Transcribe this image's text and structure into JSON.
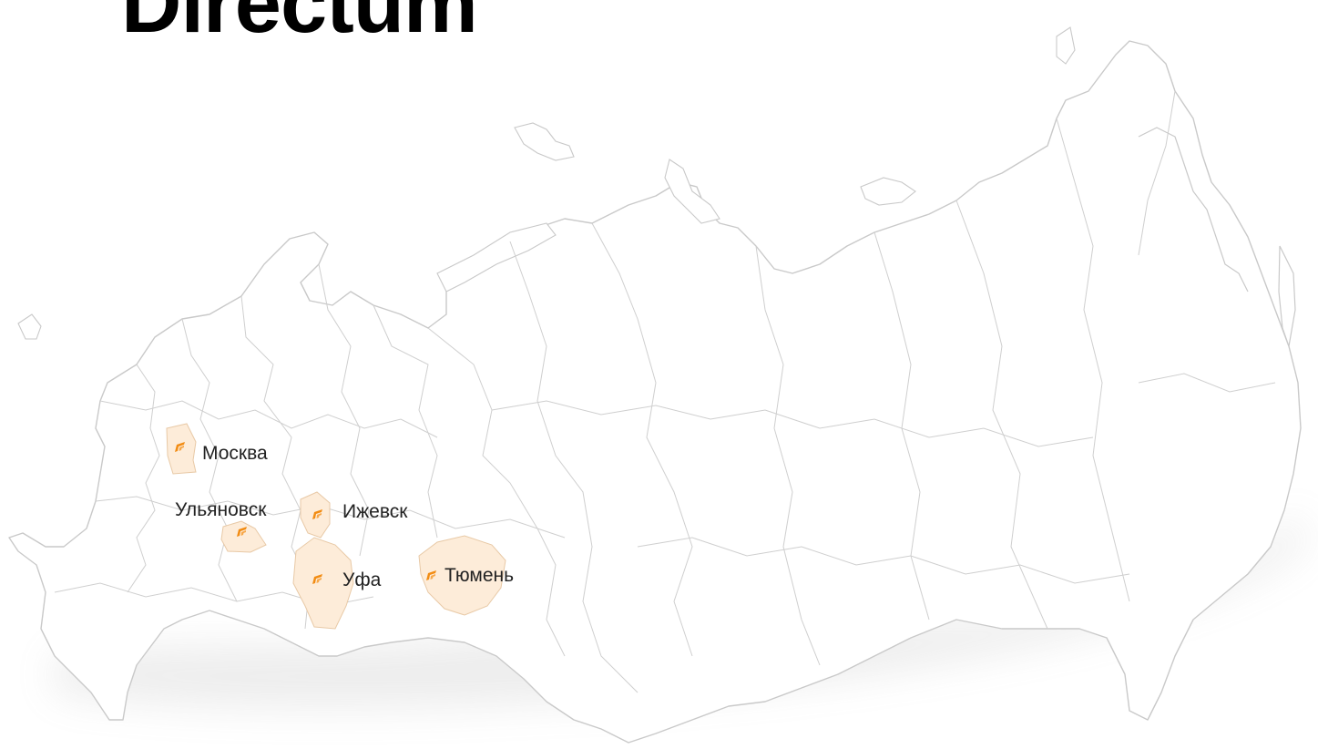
{
  "header": {
    "title": "Directum"
  },
  "map": {
    "country": "Russia",
    "highlight_color": "#fdecd9",
    "border_color": "#c9c9c9",
    "marker_color": "#f28c13",
    "cities": [
      {
        "id": "moscow",
        "label": "Москва"
      },
      {
        "id": "ulyanovsk",
        "label": "Ульяновск"
      },
      {
        "id": "izhevsk",
        "label": "Ижевск"
      },
      {
        "id": "ufa",
        "label": "Уфа"
      },
      {
        "id": "tyumen",
        "label": "Тюмень"
      }
    ]
  }
}
